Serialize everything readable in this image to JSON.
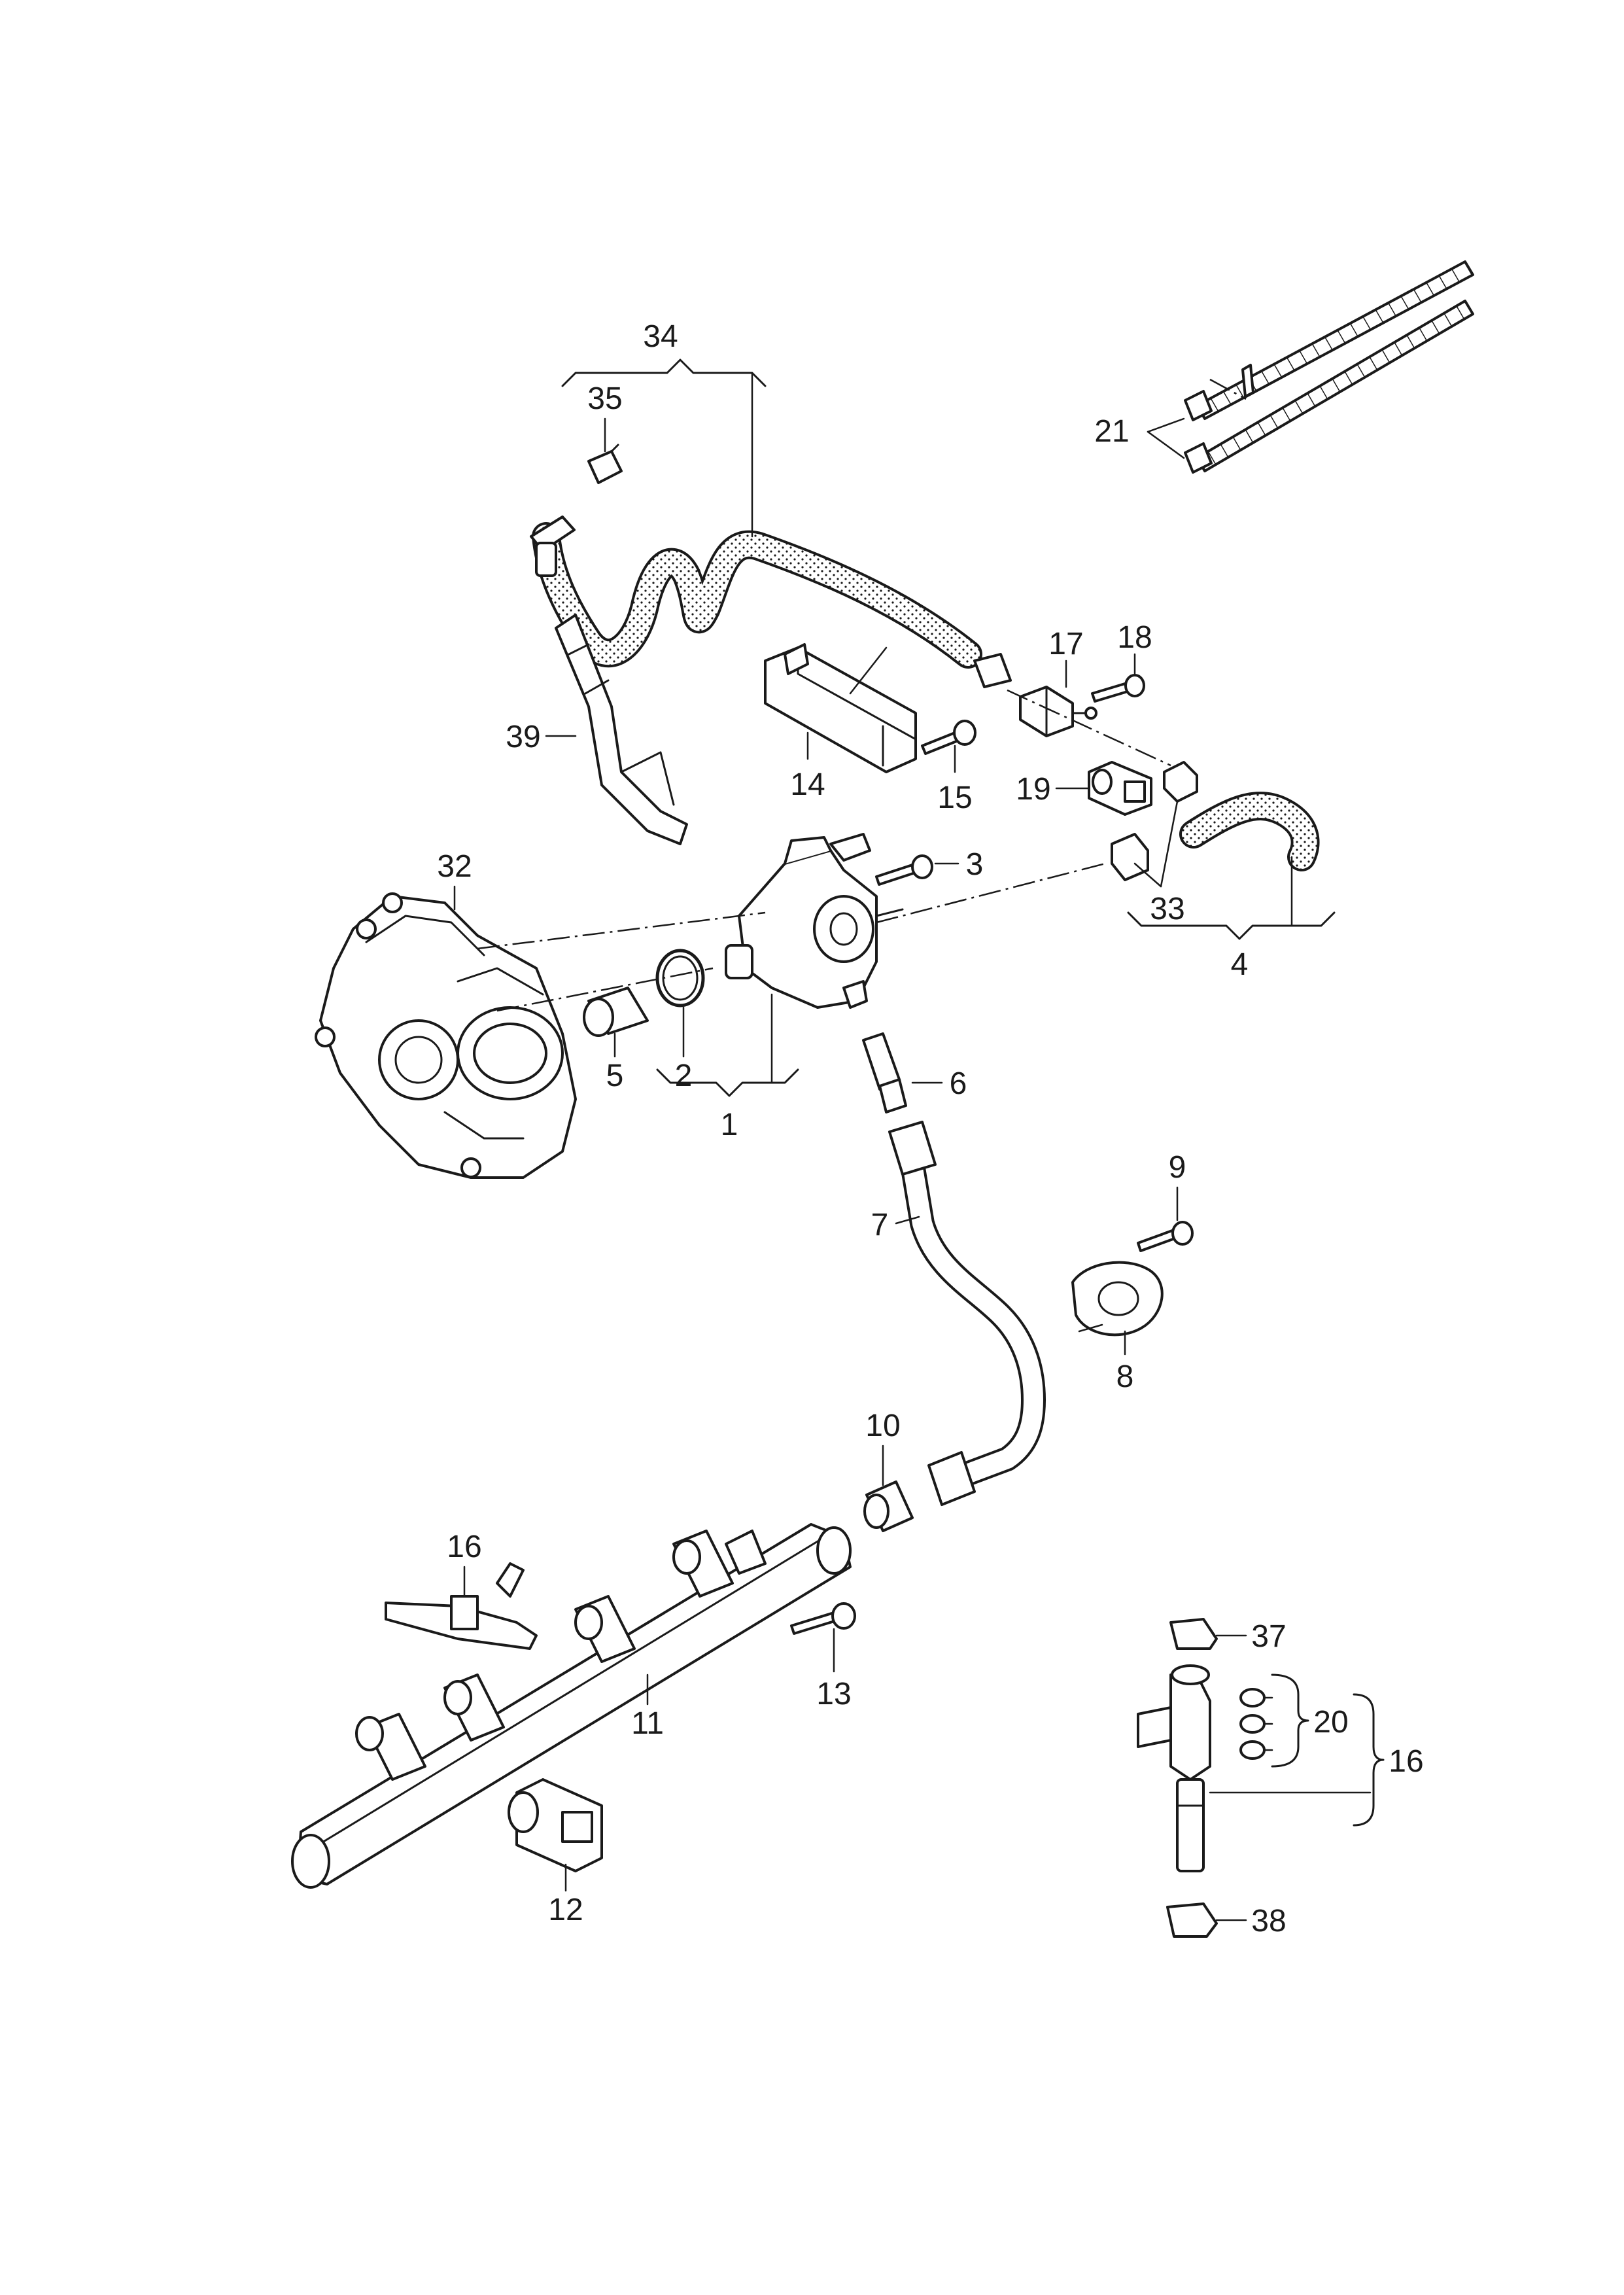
{
  "callouts": {
    "c1": "1",
    "c2": "2",
    "c3": "3",
    "c4": "4",
    "c5": "5",
    "c6": "6",
    "c7": "7",
    "c8": "8",
    "c9": "9",
    "c10": "10",
    "c11": "11",
    "c12": "12",
    "c13": "13",
    "c14": "14",
    "c15": "15",
    "c16a": "16",
    "c16b": "16",
    "c17": "17",
    "c18": "18",
    "c19": "19",
    "c20": "20",
    "c21": "21",
    "c32": "32",
    "c33": "33",
    "c34": "34",
    "c35": "35",
    "c37": "37",
    "c38": "38",
    "c39": "39"
  },
  "hose_texture": "stippled",
  "line_color": "#1a1a1a",
  "background": "#ffffff"
}
